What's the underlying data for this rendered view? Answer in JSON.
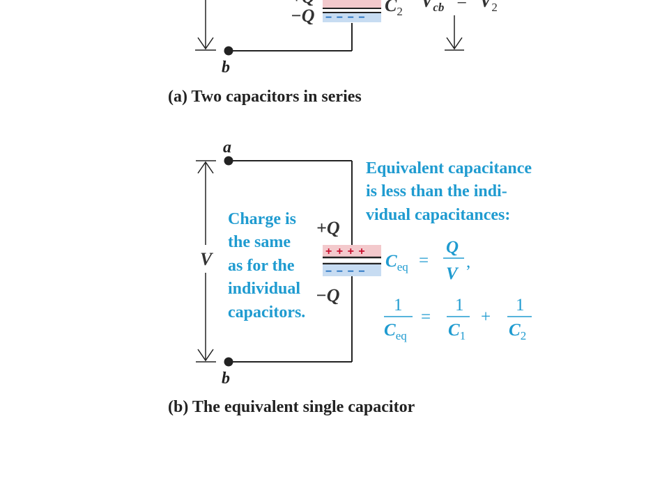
{
  "captions": {
    "part_a_letter": "(a)",
    "part_a_text": " Two capacitors in series",
    "part_b_letter": "(b)",
    "part_b_text": " The equivalent single capacitor"
  },
  "part_a": {
    "charge_plus": "+Q",
    "charge_minus": "−Q",
    "capacitor_symbol": "C",
    "capacitor_sub": "2",
    "voltage_symbol": "V",
    "voltage_sub": "cb",
    "equals": "=",
    "voltage_rhs": "V",
    "voltage_rhs_sub": "2",
    "node_b": "b"
  },
  "part_b": {
    "node_a": "a",
    "node_b": "b",
    "voltage_label": "V",
    "charge_plus": "+Q",
    "charge_minus": "−Q",
    "plate_plus_signs": "+ + + +",
    "plate_minus_signs": "− − − −",
    "charge_note": [
      "Charge is",
      "the same",
      "as for the",
      "individual",
      "capacitors."
    ],
    "capacitance_note": [
      "Equivalent capacitance",
      "is less than the indi-",
      "vidual capacitances:"
    ],
    "equation1": {
      "lhs": "C",
      "lhs_sub": "eq",
      "equals": "=",
      "numerator": "Q",
      "denominator": "V",
      "trailing": ","
    },
    "equation2": {
      "one": "1",
      "lhs_den": "C",
      "lhs_den_sub": "eq",
      "equals": "=",
      "term1_den": "C",
      "term1_den_sub": "1",
      "plus": "+",
      "term2_den": "C",
      "term2_den_sub": "2"
    }
  },
  "colors": {
    "text_blue": "#1f9bd0",
    "plate_positive_fill": "#f3c9cc",
    "plate_positive_sign": "#c8102e",
    "plate_negative_fill": "#c7dcf2",
    "plate_negative_sign": "#1f6fc0",
    "wire": "#222222"
  }
}
